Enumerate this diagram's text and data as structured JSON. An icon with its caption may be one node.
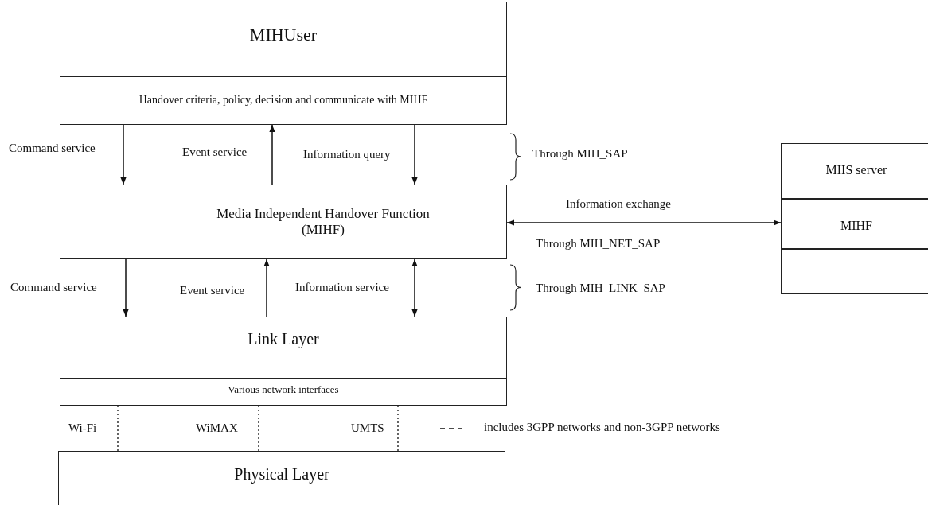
{
  "diagram": {
    "nodes": [
      {
        "text": [
          "MIHUser"
        ]
      },
      {
        "text": [
          "Handover criteria, policy, decision and communicate with MIHF"
        ],
        "in": 0
      },
      {
        "text": [
          "Media Independent Handover Function (MIHF)"
        ]
      },
      {
        "text": [
          "Link Layer"
        ]
      },
      {
        "text": [
          "Various network interfaces"
        ],
        "in": 3
      },
      {
        "text": [
          "Physical Layer"
        ]
      },
      {
        "text": [
          "MIIS server"
        ]
      },
      {
        "text": [
          "MIHF"
        ]
      },
      {
        "text": [],
        "shape": "box"
      }
    ],
    "edges": [
      {
        "from": 0,
        "to": 2,
        "arrow": "to",
        "label": "Command service"
      },
      {
        "from": 2,
        "to": 0,
        "arrow": "to",
        "label": "Event service"
      },
      {
        "from": 0,
        "to": 2,
        "arrow": "to",
        "label": "Information query"
      },
      {
        "from": 2,
        "to": 3,
        "arrow": "to",
        "label": "Command service"
      },
      {
        "from": 3,
        "to": 2,
        "arrow": "to",
        "label": "Event service"
      },
      {
        "from": 2,
        "to": 3,
        "arrow": "both",
        "label": "Information service"
      },
      {
        "from": 2,
        "to": 7,
        "arrow": "both",
        "label": "Information exchange"
      },
      {
        "from": 4,
        "to": 5,
        "arrow": "none",
        "style": "dashed"
      },
      {
        "from": 4,
        "to": 5,
        "arrow": "none",
        "style": "dashed"
      },
      {
        "from": 4,
        "to": 5,
        "arrow": "none",
        "style": "dashed"
      }
    ],
    "labels": [
      "Through MIH_SAP",
      "Through MIH_NET_SAP",
      "Through MIH_LINK_SAP",
      "Wi-Fi",
      "WiMAX",
      "UMTS"
    ],
    "legend": [
      {
        "text": "includes 3GPP  networks and non-3GPP networks"
      }
    ]
  }
}
